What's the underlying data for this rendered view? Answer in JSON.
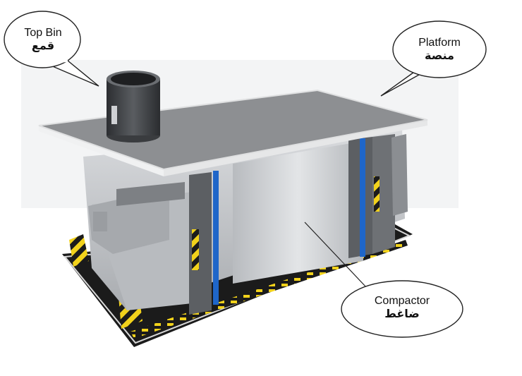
{
  "labels": {
    "top_bin": {
      "en": "Top Bin",
      "ar": "قمع"
    },
    "platform": {
      "en": "Platform",
      "ar": "منصة"
    },
    "compactor": {
      "en": "Compactor",
      "ar": "ضاغط"
    }
  },
  "colors": {
    "platform_top": "#8d8f92",
    "body_steel": "#c9cccf",
    "dark_frame": "#5c5f63",
    "blue_rail": "#1f66c9",
    "hazard_yellow": "#f2d21b",
    "base_black": "#1b1b1b"
  }
}
